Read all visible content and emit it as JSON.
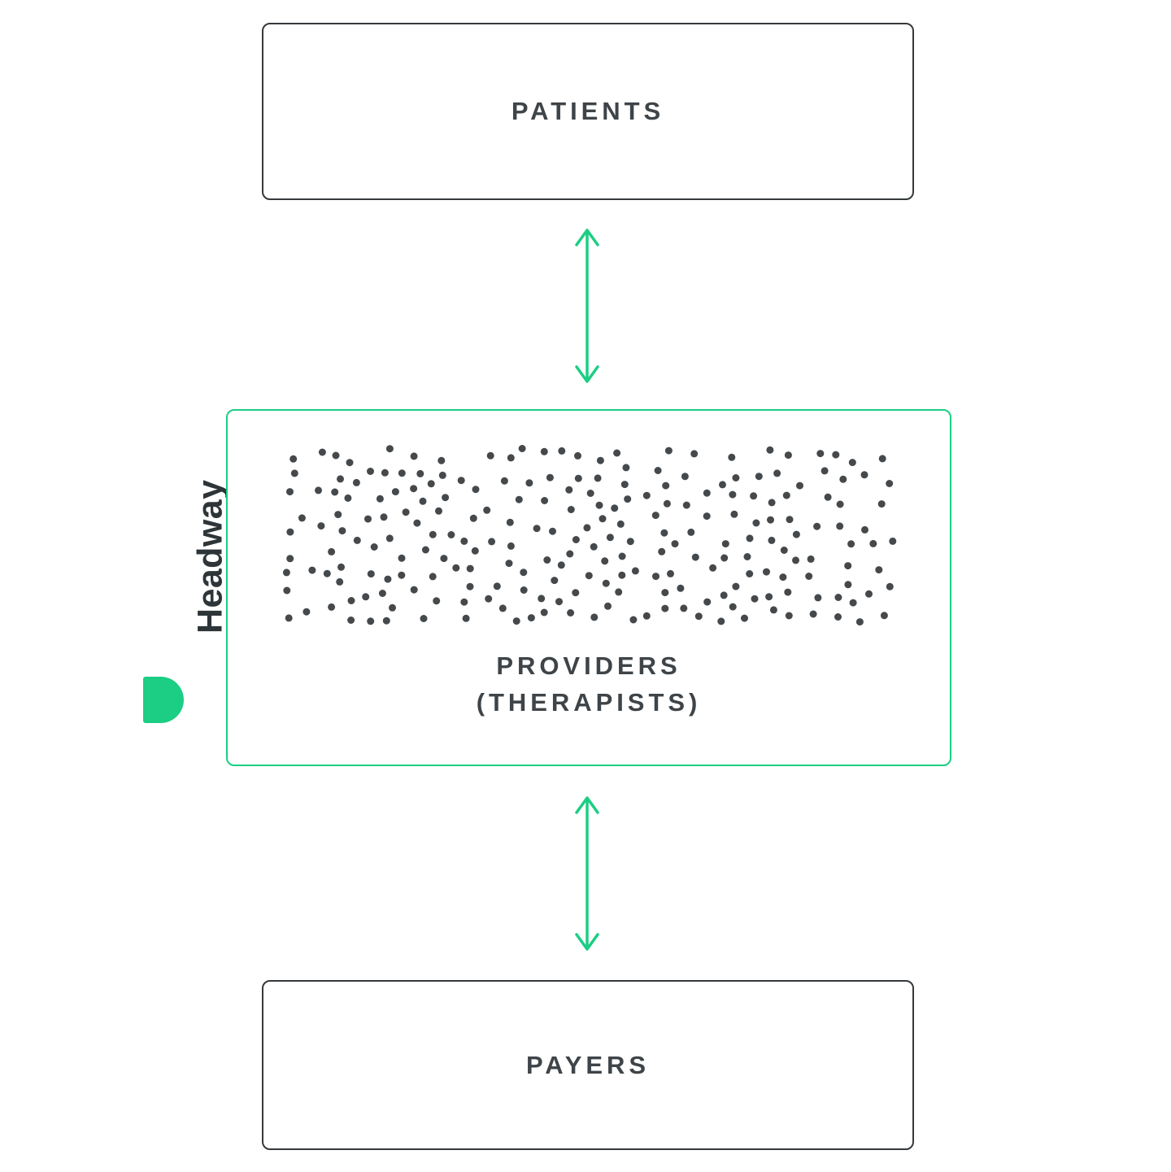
{
  "diagram": {
    "logo": {
      "text": "Headway"
    },
    "boxes": {
      "patients": {
        "label": "PATIENTS"
      },
      "providers": {
        "label_line1": "PROVIDERS",
        "label_line2": "(THERAPISTS)"
      },
      "payers": {
        "label": "PAYERS"
      }
    },
    "arrows": [
      {
        "from": "patients",
        "to": "providers",
        "direction": "both"
      },
      {
        "from": "providers",
        "to": "payers",
        "direction": "both"
      }
    ],
    "colors": {
      "accent_green": "#1bce84",
      "text_dark": "#3e4448",
      "box_border_dark": "#35393c",
      "dot_color": "#45494c"
    },
    "dots": {
      "count": 235,
      "radius": 4.5,
      "seed": 7
    }
  }
}
